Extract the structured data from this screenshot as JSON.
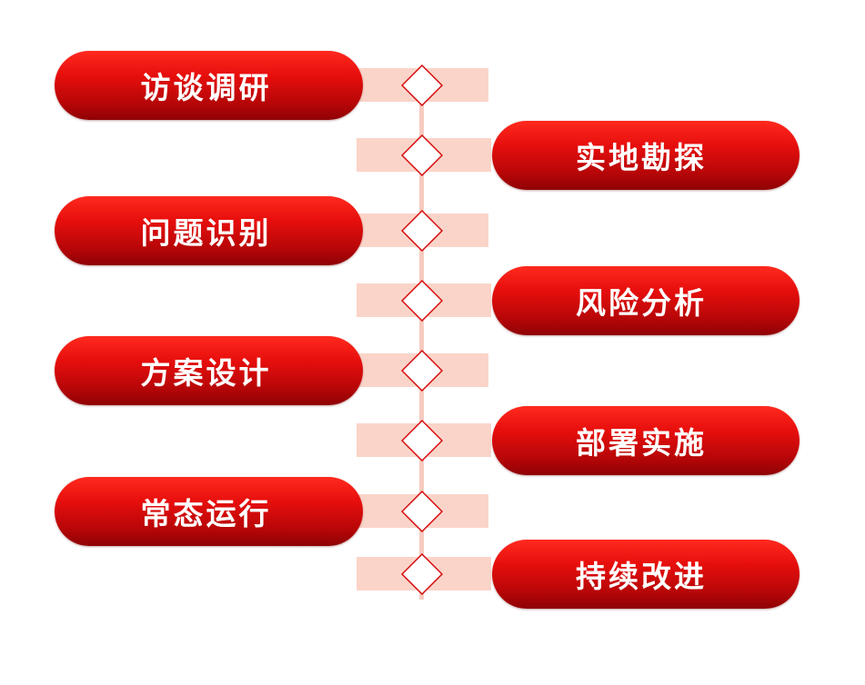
{
  "steps": [
    {
      "label": "访谈调研"
    },
    {
      "label": "实地勘探"
    },
    {
      "label": "问题识别"
    },
    {
      "label": "风险分析"
    },
    {
      "label": "方案设计"
    },
    {
      "label": "部署实施"
    },
    {
      "label": "常态运行"
    },
    {
      "label": "持续改进"
    }
  ],
  "colors": {
    "pill_top": "#ff2a1e",
    "pill_bottom": "#8e0205",
    "band": "#fbd4c9",
    "spine": "#f7cbc0",
    "diamond_stroke": "#d40b0b",
    "diamond_fill": "#ffffff"
  }
}
